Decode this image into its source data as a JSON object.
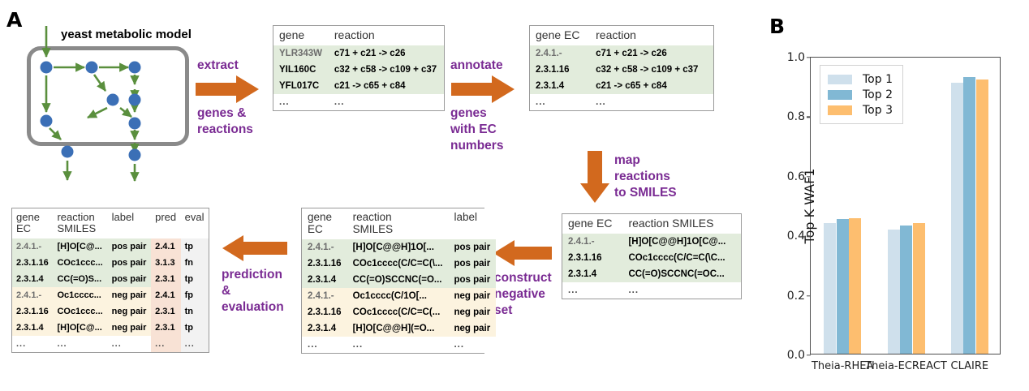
{
  "panels": {
    "a_letter": "A",
    "b_letter": "B"
  },
  "diagram": {
    "model_title": "yeast metabolic model",
    "steps": [
      {
        "id": "extract",
        "lines": [
          "extract",
          "genes &",
          "reactions"
        ]
      },
      {
        "id": "annotate",
        "lines": [
          "annotate",
          "genes",
          "with EC",
          "numbers"
        ]
      },
      {
        "id": "map",
        "lines": [
          "map",
          "reactions",
          "to SMILES"
        ]
      },
      {
        "id": "construct",
        "lines": [
          "construct",
          "negative",
          "set"
        ]
      },
      {
        "id": "predict",
        "lines": [
          "prediction",
          "&",
          "evaluation"
        ]
      }
    ],
    "step_text": {
      "extract_l1": "extract",
      "extract_l2": "genes &",
      "extract_l3": "reactions",
      "annotate_l1": "annotate",
      "annotate_l2": "genes",
      "annotate_l3": "with EC",
      "annotate_l4": "numbers",
      "map_l1": "map",
      "map_l2": "reactions",
      "map_l3": "to SMILES",
      "construct_l1": "construct",
      "construct_l2": "negative",
      "construct_l3": "set",
      "predict_l1": "prediction",
      "predict_l2": "&",
      "predict_l3": "evaluation"
    }
  },
  "tables": {
    "gene_reaction": {
      "headers": [
        "gene",
        "reaction"
      ],
      "rows": [
        {
          "cells": [
            "YLR343W",
            "c71 + c21 -> c26"
          ],
          "style": "pos",
          "dim_first": true
        },
        {
          "cells": [
            "YIL160C",
            "c32 + c58 -> c109 + c37"
          ],
          "style": "pos",
          "dim_first": false
        },
        {
          "cells": [
            "YFL017C",
            "c21 -> c65 + c84"
          ],
          "style": "pos",
          "dim_first": false
        },
        {
          "cells": [
            "...",
            "..."
          ],
          "style": "ell",
          "dim_first": false
        }
      ]
    },
    "ec_reaction": {
      "headers": [
        "gene EC",
        "reaction"
      ],
      "rows": [
        {
          "cells": [
            "2.4.1.-",
            "c71 + c21 -> c26"
          ],
          "style": "pos",
          "dim_first": true
        },
        {
          "cells": [
            "2.3.1.16",
            "c32 + c58 -> c109 + c37"
          ],
          "style": "pos",
          "dim_first": false
        },
        {
          "cells": [
            "2.3.1.4",
            "c21 -> c65 + c84"
          ],
          "style": "pos",
          "dim_first": false
        },
        {
          "cells": [
            "...",
            "..."
          ],
          "style": "ell",
          "dim_first": false
        }
      ]
    },
    "ec_smiles": {
      "headers": [
        "gene EC",
        "reaction SMILES"
      ],
      "rows": [
        {
          "cells": [
            "2.4.1.-",
            "[H]O[C@@H]1O[C@..."
          ],
          "style": "pos",
          "dim_first": true
        },
        {
          "cells": [
            "2.3.1.16",
            "COc1cccc(C/C=C(\\C..."
          ],
          "style": "pos",
          "dim_first": false
        },
        {
          "cells": [
            "2.3.1.4",
            "CC(=O)SCCNC(=OC..."
          ],
          "style": "pos",
          "dim_first": false
        },
        {
          "cells": [
            "...",
            "..."
          ],
          "style": "ell",
          "dim_first": false
        }
      ]
    },
    "labeled": {
      "headers": [
        "gene\nEC",
        "reaction\nSMILES",
        "label"
      ],
      "header_parts": [
        {
          "l1": "gene",
          "l2": "EC"
        },
        {
          "l1": "reaction",
          "l2": "SMILES"
        },
        {
          "l1": "label",
          "l2": ""
        }
      ],
      "rows": [
        {
          "cells": [
            "2.4.1.-",
            "[H]O[C@@H]1O[...",
            "pos pair"
          ],
          "style": "pos",
          "dim_first": true
        },
        {
          "cells": [
            "2.3.1.16",
            "COc1cccc(C/C=C(\\...",
            "pos pair"
          ],
          "style": "pos",
          "dim_first": false
        },
        {
          "cells": [
            "2.3.1.4",
            "CC(=O)SCCNC(=O...",
            "pos pair"
          ],
          "style": "pos",
          "dim_first": false
        },
        {
          "cells": [
            "2.4.1.-",
            "Oc1cccc(C/1O[...",
            "neg pair"
          ],
          "style": "neg",
          "dim_first": true
        },
        {
          "cells": [
            "2.3.1.16",
            "COc1cccc(C/C=C(...",
            "neg pair"
          ],
          "style": "neg",
          "dim_first": false
        },
        {
          "cells": [
            "2.3.1.4",
            "[H]O[C@@H](=O...",
            "neg pair"
          ],
          "style": "neg",
          "dim_first": false
        },
        {
          "cells": [
            "...",
            "...",
            "..."
          ],
          "style": "ell",
          "dim_first": false
        }
      ]
    },
    "prediction": {
      "header_parts": [
        {
          "l1": "gene",
          "l2": "EC"
        },
        {
          "l1": "reaction",
          "l2": "SMILES"
        },
        {
          "l1": "label",
          "l2": ""
        },
        {
          "l1": "pred",
          "l2": ""
        },
        {
          "l1": "eval",
          "l2": ""
        }
      ],
      "rows": [
        {
          "cells": [
            "2.4.1.-",
            "[H]O[C@...",
            "pos pair",
            "2.4.1",
            "tp"
          ],
          "style": "pos",
          "dim_first": true
        },
        {
          "cells": [
            "2.3.1.16",
            "COc1ccc...",
            "pos pair",
            "3.1.3",
            "fn"
          ],
          "style": "pos",
          "dim_first": false
        },
        {
          "cells": [
            "2.3.1.4",
            "CC(=O)S...",
            "pos pair",
            "2.3.1",
            "tp"
          ],
          "style": "pos",
          "dim_first": false
        },
        {
          "cells": [
            "2.4.1.-",
            "Oc1cccc...",
            "neg pair",
            "2.4.1",
            "fp"
          ],
          "style": "neg",
          "dim_first": true
        },
        {
          "cells": [
            "2.3.1.16",
            "COc1ccc...",
            "neg pair",
            "2.3.1",
            "tn"
          ],
          "style": "neg",
          "dim_first": false
        },
        {
          "cells": [
            "2.3.1.4",
            "[H]O[C@...",
            "neg pair",
            "2.3.1",
            "tp"
          ],
          "style": "neg",
          "dim_first": false
        },
        {
          "cells": [
            "...",
            "...",
            "...",
            "...",
            "..."
          ],
          "style": "ell",
          "dim_first": false
        }
      ]
    }
  },
  "chart_data": {
    "type": "bar",
    "title": "",
    "xlabel": "",
    "ylabel": "Top K WAF1",
    "ylim": [
      0.0,
      1.0
    ],
    "yticks": [
      "0.0",
      "0.2",
      "0.4",
      "0.6",
      "0.8",
      "1.0"
    ],
    "ytick_values": [
      0.0,
      0.2,
      0.4,
      0.6,
      0.8,
      1.0
    ],
    "grid": false,
    "legend_position": "upper left",
    "categories": [
      "Theia-RHEA",
      "Theia-ECREACT",
      "CLAIRE"
    ],
    "series": [
      {
        "name": "Top 1",
        "color": "#cfe0ec",
        "values": [
          0.44,
          0.417,
          0.911
        ]
      },
      {
        "name": "Top 2",
        "color": "#81b8d4",
        "values": [
          0.452,
          0.43,
          0.928
        ]
      },
      {
        "name": "Top 3",
        "color": "#fdbe6f",
        "values": [
          0.456,
          0.44,
          0.922
        ]
      }
    ]
  },
  "colors": {
    "accent_purple": "#7a2b93",
    "arrow_orange": "#d2691e",
    "node_blue": "#3b6fb6",
    "edge_green": "#5a8f3d",
    "pos_row": "#e2ecdc",
    "neg_row": "#fcf3df",
    "pred_col": "#f8e2d5"
  }
}
